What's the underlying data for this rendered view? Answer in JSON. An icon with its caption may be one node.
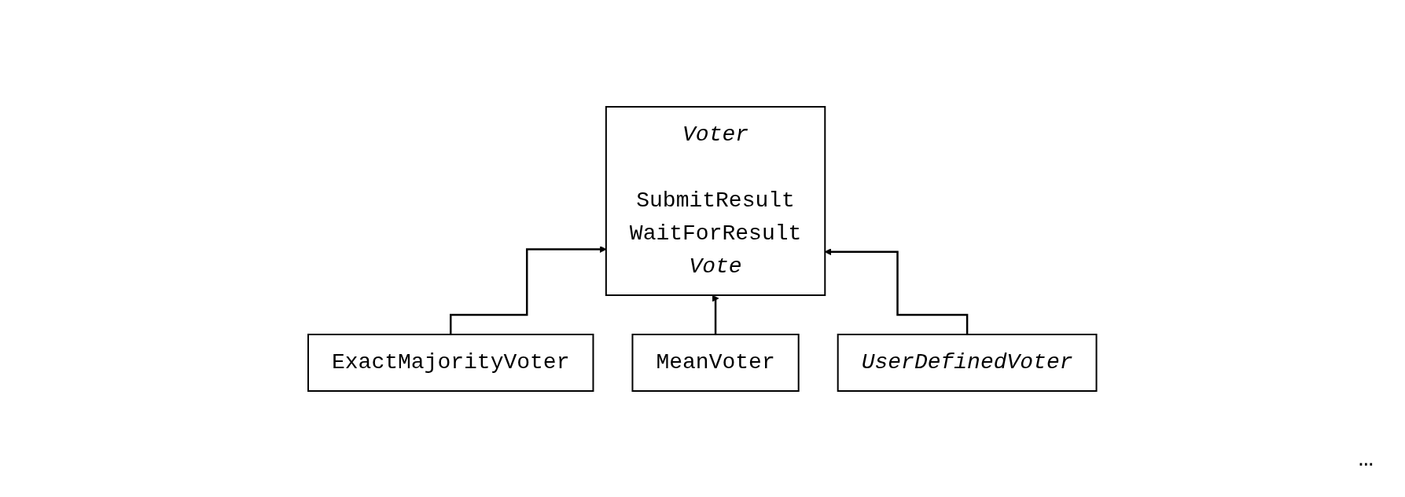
{
  "diagram": {
    "nodes": [
      {
        "text": [
          "Voter",
          "SubmitResult",
          "WaitForResult",
          "Vote"
        ]
      },
      {
        "text": [
          "ExactMajorityVoter"
        ]
      },
      {
        "text": [
          "MeanVoter"
        ]
      },
      {
        "text": [
          "UserDefinedVoter"
        ]
      }
    ],
    "edges": [
      {
        "from": 1,
        "to": 0,
        "arrow": "to"
      },
      {
        "from": 2,
        "to": 0,
        "arrow": "to"
      },
      {
        "from": 3,
        "to": 0,
        "arrow": "to"
      }
    ],
    "labels": [
      "…"
    ]
  }
}
